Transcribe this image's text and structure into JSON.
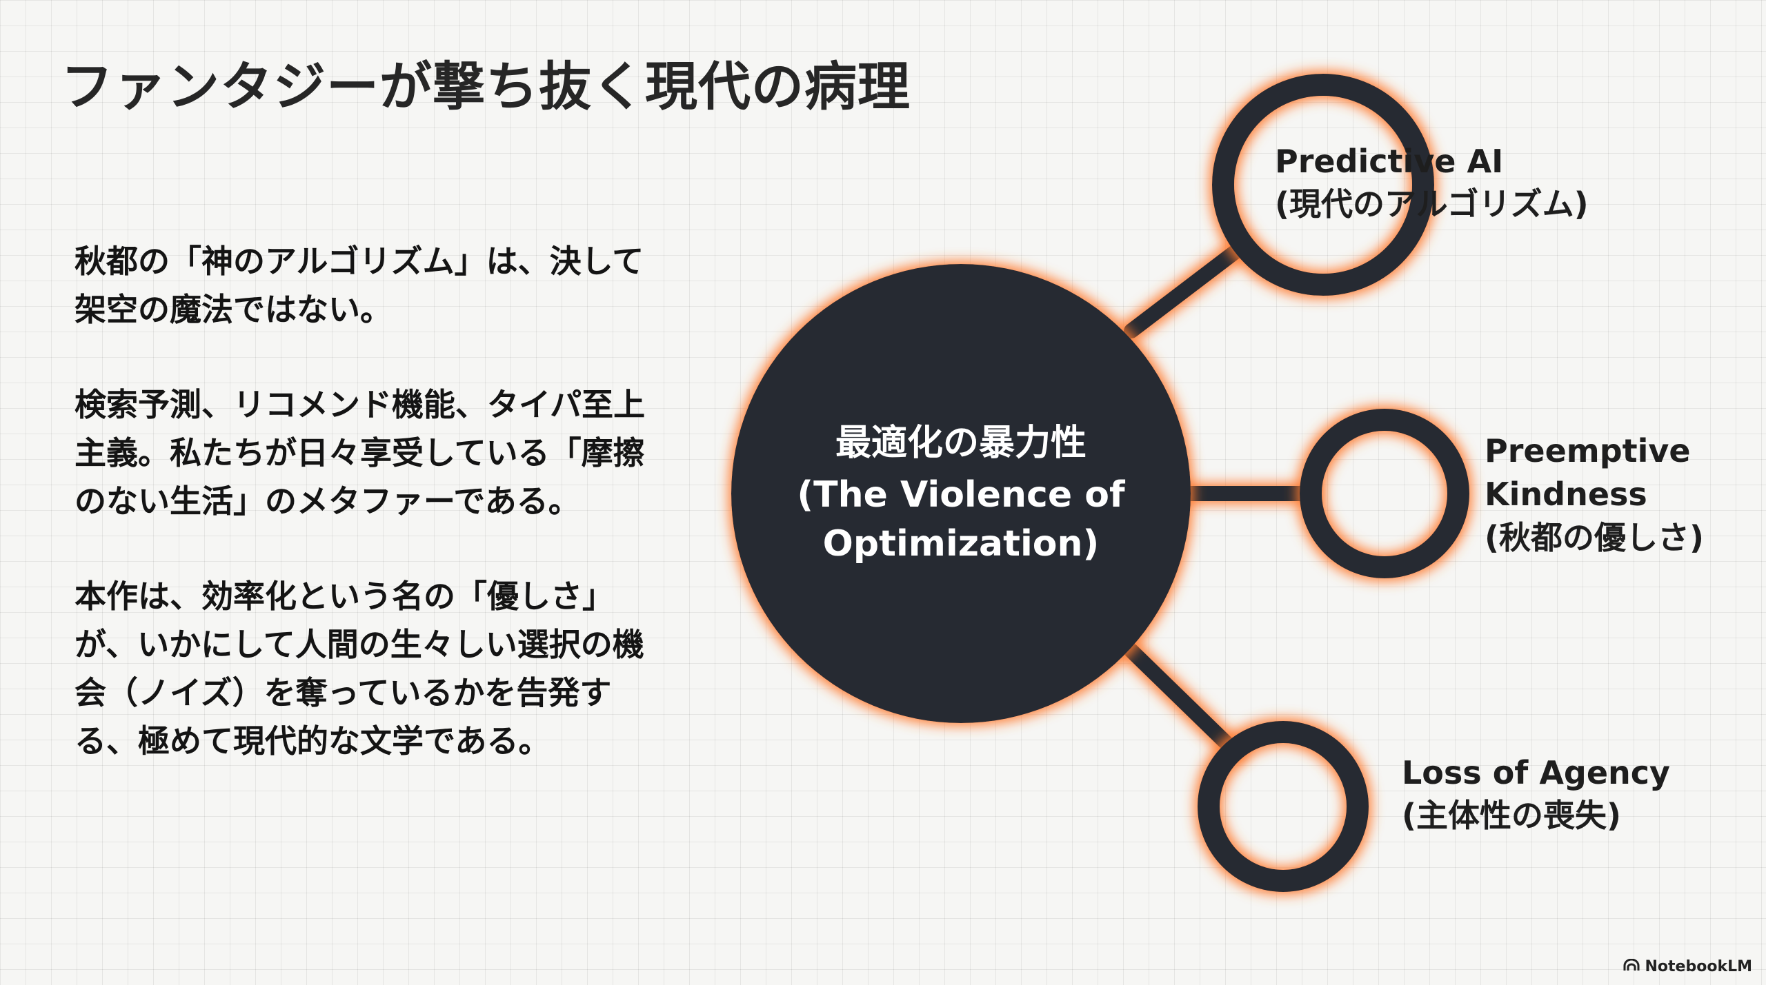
{
  "title": "ファンタジーが撃ち抜く現代の病理",
  "paragraphs": [
    "秋都の「神のアルゴリズム」は、決して架空の魔法ではない。",
    "検索予測、リコメンド機能、タイパ至上主義。私たちが日々享受している「摩擦のない生活」のメタファーである。",
    "本作は、効率化という名の「優しさ」が、いかにして人間の生々しい選択の機会（ノイズ）を奪っているかを告発する、極めて現代的な文学である。"
  ],
  "diagram": {
    "center": {
      "line1": "最適化の暴力性",
      "line2": "(The Violence of",
      "line3": "Optimization)"
    },
    "nodes": [
      {
        "line1": "Predictive AI",
        "line2": "(現代のアルゴリズム)"
      },
      {
        "line1": "Preemptive",
        "line2": "Kindness",
        "line3": "(秋都の優しさ)"
      },
      {
        "line1": "Loss of Agency",
        "line2": "(主体性の喪失)"
      }
    ],
    "colors": {
      "node_fill": "#262a30",
      "glow": "#ff7a2e"
    }
  },
  "footer": {
    "brand": "NotebookLM",
    "brand_icon": "notebooklm-logo-icon"
  }
}
